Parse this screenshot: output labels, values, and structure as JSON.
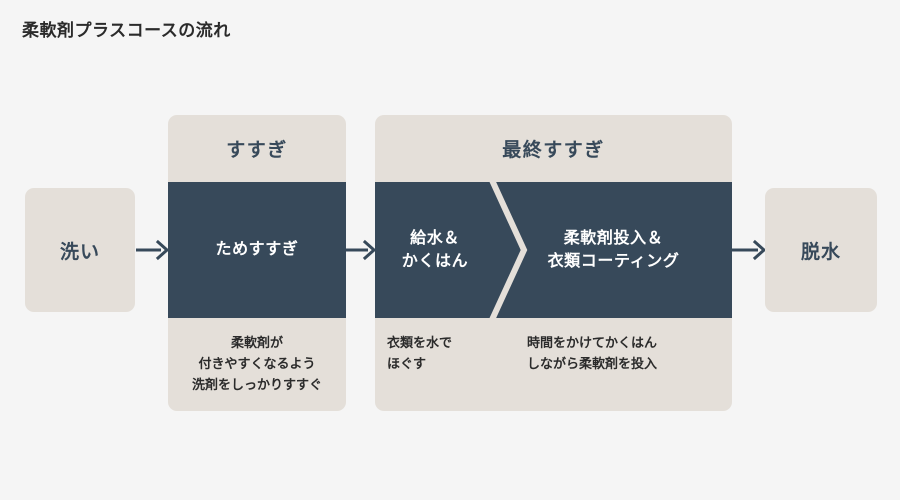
{
  "title": "柔軟剤プラスコースの流れ",
  "colors": {
    "background": "#F5F5F5",
    "card_beige": "#E4DFD9",
    "band_navy": "#37495A",
    "text_dark": "#2B2B2B",
    "text_light": "#FFFFFF"
  },
  "flow": {
    "start_box": {
      "label": "洗い"
    },
    "end_box": {
      "label": "脱水"
    },
    "stages": [
      {
        "id": "rinse",
        "header": "すすぎ",
        "steps": [
          {
            "label": "ためすすぎ",
            "caption": "柔軟剤が\n付きやすくなるよう\n洗剤をしっかりすすぐ"
          }
        ]
      },
      {
        "id": "final-rinse",
        "header": "最終すすぎ",
        "steps": [
          {
            "label": "給水＆\nかくはん",
            "caption": "衣類を水で\nほぐす"
          },
          {
            "label": "柔軟剤投入＆\n衣類コーティング",
            "caption": "時間をかけてかくはん\nしながら柔軟剤を投入"
          }
        ]
      }
    ],
    "arrows": [
      {
        "name": "arrow-wash-to-rinse"
      },
      {
        "name": "arrow-rinse-to-final"
      },
      {
        "name": "arrow-final-to-spin"
      }
    ]
  }
}
